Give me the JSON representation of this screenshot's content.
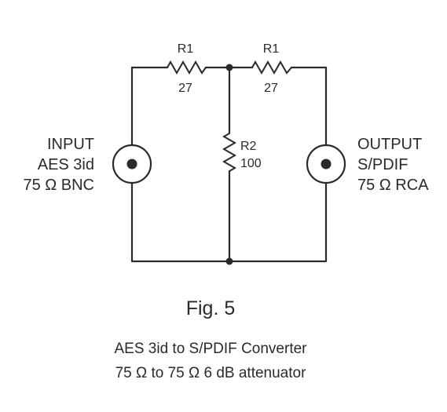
{
  "components": {
    "r1_left": {
      "name": "R1",
      "value": "27"
    },
    "r1_right": {
      "name": "R1",
      "value": "27"
    },
    "r2": {
      "name": "R2",
      "value": "100"
    }
  },
  "input": {
    "line1": "INPUT",
    "line2": "AES 3id",
    "line3": "75 Ω BNC"
  },
  "output": {
    "line1": "OUTPUT",
    "line2": "S/PDIF",
    "line3": "75 Ω RCA"
  },
  "caption": {
    "figure": "Fig. 5",
    "line1": "AES 3id to S/PDIF Converter",
    "line2": "75 Ω to 75 Ω 6 dB attenuator"
  }
}
